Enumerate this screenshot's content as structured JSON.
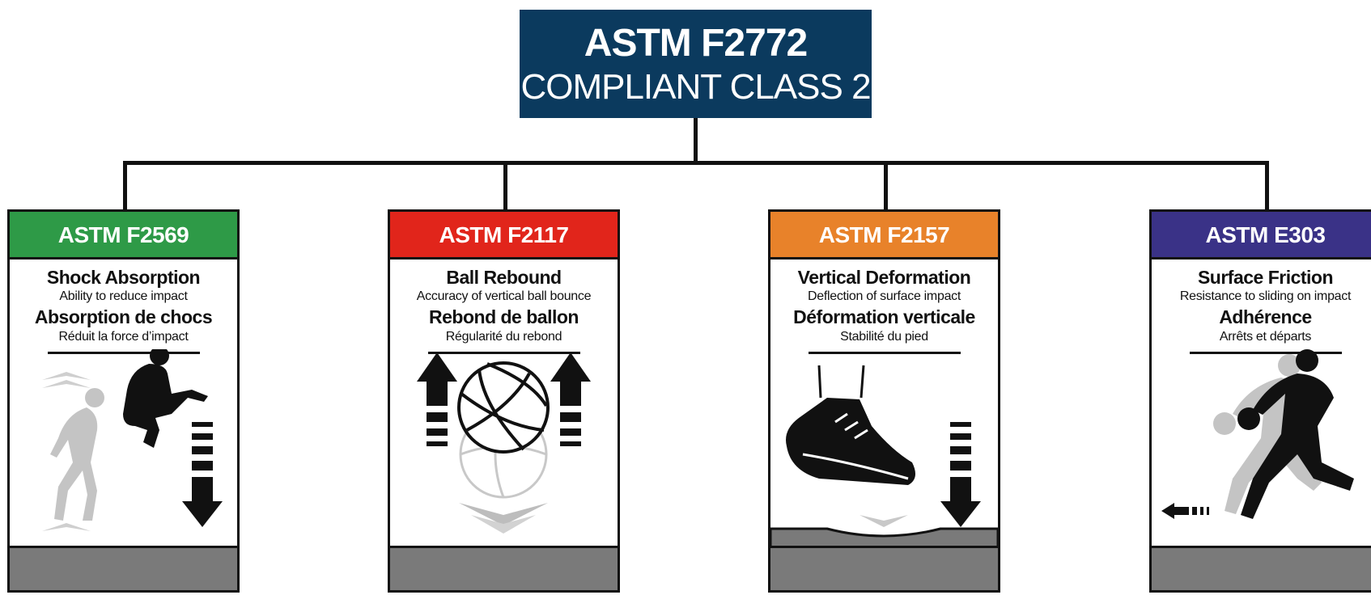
{
  "header": {
    "line1": "ASTM F2772",
    "line2": "COMPLIANT CLASS 2"
  },
  "colors": {
    "header": "#0b3a5e",
    "green": "#2e9a47",
    "red": "#e1251b",
    "orange": "#e8822a",
    "purple": "#3a3287"
  },
  "cards": [
    {
      "code": "ASTM F2569",
      "title_en": "Shock Absorption",
      "desc_en": "Ability to reduce impact",
      "title_fr": "Absorption de chocs",
      "desc_fr": "Réduit la force d’impact",
      "icon": "jumping-player-icon"
    },
    {
      "code": "ASTM F2117",
      "title_en": "Ball Rebound",
      "desc_en": "Accuracy of vertical ball bounce",
      "title_fr": "Rebond de ballon",
      "desc_fr": "Régularité du rebond",
      "icon": "basketball-rebound-icon"
    },
    {
      "code": "ASTM F2157",
      "title_en": "Vertical Deformation",
      "desc_en": "Deflection of surface impact",
      "title_fr": "Déformation verticale",
      "desc_fr": "Stabilité du pied",
      "icon": "shoe-deformation-icon"
    },
    {
      "code": "ASTM E303",
      "title_en": "Surface Friction",
      "desc_en": "Resistance to sliding on impact",
      "title_fr": "Adhérence",
      "desc_fr": "Arrêts et départs",
      "icon": "dribbling-player-icon"
    }
  ]
}
